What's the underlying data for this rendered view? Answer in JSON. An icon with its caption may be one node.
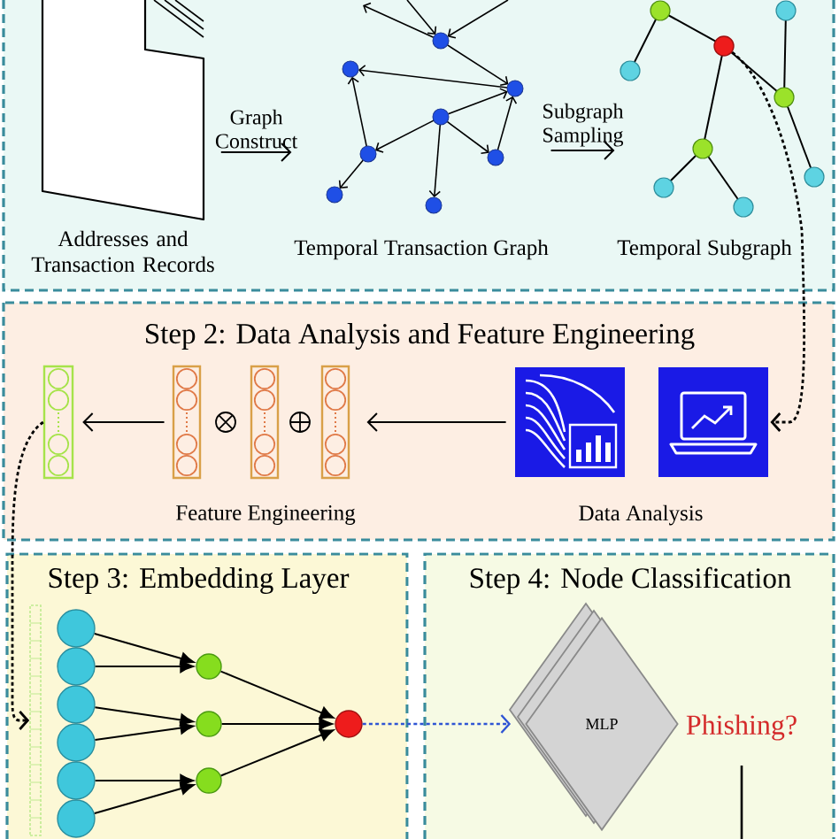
{
  "diagram": {
    "nodes": [
      {
        "text": [],
        "shape": "box"
      },
      {
        "text": [
          "Addresses and Transaction Records"
        ],
        "in": 0
      },
      {
        "text": [
          "Temporal Transaction Graph"
        ],
        "in": 0
      },
      {
        "text": [
          "Temporal Subgraph"
        ],
        "in": 0
      },
      {
        "text": [],
        "shape": "circle",
        "in": 3
      },
      {
        "text": [
          "Step 2: Data Analysis and Feature Engineering"
        ]
      },
      {
        "text": [],
        "shape": "box",
        "in": 5
      },
      {
        "text": [
          "Feature Engineering"
        ],
        "in": 5
      },
      {
        "text": [
          "Data Analysis"
        ],
        "in": 5
      },
      {
        "text": [
          "Step 3: Embedding Layer"
        ]
      },
      {
        "text": [],
        "shape": "box",
        "in": 9
      },
      {
        "text": [],
        "shape": "circle",
        "in": 9
      },
      {
        "text": [],
        "shape": "circle",
        "in": 9
      },
      {
        "text": [],
        "shape": "circle",
        "in": 9
      },
      {
        "text": [],
        "shape": "circle",
        "in": 9
      },
      {
        "text": [],
        "shape": "circle",
        "in": 9
      },
      {
        "text": [],
        "shape": "circle",
        "in": 9
      },
      {
        "text": [],
        "shape": "circle",
        "in": 9
      },
      {
        "text": [],
        "shape": "circle",
        "in": 9
      },
      {
        "text": [],
        "shape": "circle",
        "in": 9
      },
      {
        "text": [],
        "shape": "circle",
        "in": 9
      },
      {
        "text": [
          "Step 4: Node Classification"
        ]
      },
      {
        "text": [
          "MLP"
        ],
        "in": 21
      },
      {
        "text": [
          "Phishing?"
        ],
        "in": 21
      }
    ],
    "edges": [
      {
        "from": 1,
        "to": 2,
        "arrow": "to",
        "label": "Graph Construct"
      },
      {
        "from": 2,
        "to": 3,
        "arrow": "to",
        "label": "Subgraph Sampling"
      },
      {
        "from": 4,
        "to": 8,
        "arrow": "to",
        "style": "dashed"
      },
      {
        "from": 8,
        "to": 7,
        "arrow": "to"
      },
      {
        "from": 7,
        "to": 6,
        "arrow": "to"
      },
      {
        "from": 6,
        "to": 10,
        "arrow": "to",
        "style": "dashed"
      },
      {
        "from": 11,
        "to": 17,
        "arrow": "to"
      },
      {
        "from": 12,
        "to": 17,
        "arrow": "to"
      },
      {
        "from": 13,
        "to": 18,
        "arrow": "to"
      },
      {
        "from": 14,
        "to": 18,
        "arrow": "to"
      },
      {
        "from": 15,
        "to": 19,
        "arrow": "to"
      },
      {
        "from": 16,
        "to": 19,
        "arrow": "to"
      },
      {
        "from": 17,
        "to": 20,
        "arrow": "to"
      },
      {
        "from": 18,
        "to": 20,
        "arrow": "to"
      },
      {
        "from": 19,
        "to": 20,
        "arrow": "to"
      },
      {
        "from": 20,
        "to": 22,
        "arrow": "to",
        "style": "dashed",
        "color": "#2f55d4"
      },
      {
        "from": 23,
        "to": null,
        "arrow": "none"
      }
    ]
  }
}
